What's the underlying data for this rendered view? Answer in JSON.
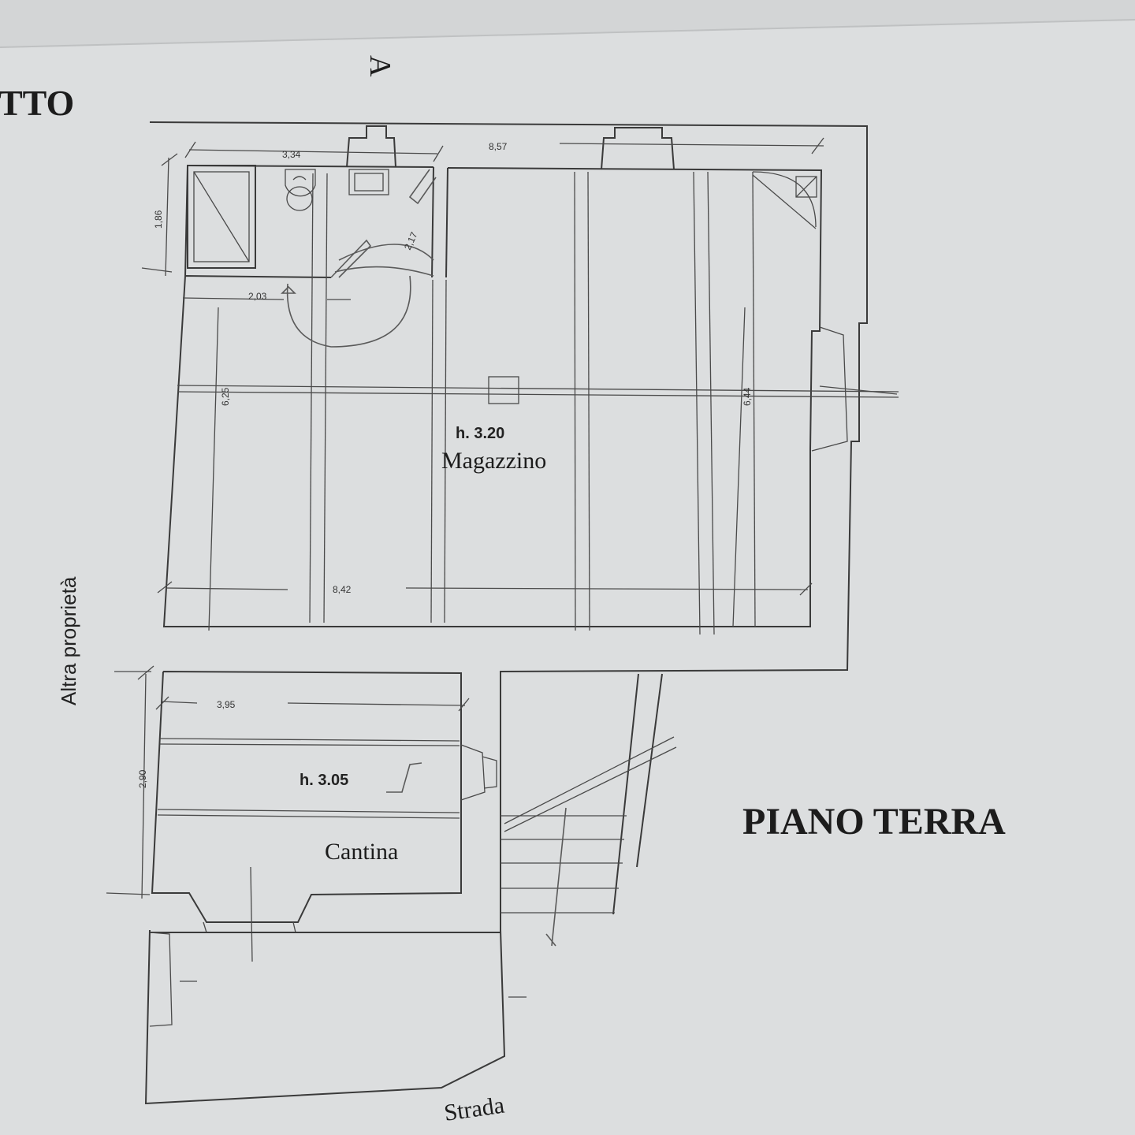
{
  "title": "PIANO TERRA",
  "title_fragment": "TTO",
  "section_marker": "A",
  "rooms": {
    "warehouse": {
      "height": "h. 3.20",
      "name": "Magazzino"
    },
    "cellar": {
      "height": "h. 3.05",
      "name": "Cantina"
    }
  },
  "labels": {
    "neighbor": "Altra proprietà",
    "street": "Strada"
  },
  "dimensions": {
    "top_left_width": "3,34",
    "top_total_width": "8,57",
    "bath_height": "1,86",
    "door_diag": "2,17",
    "corridor_width": "2,03",
    "left_height": "6,25",
    "right_height": "6,44",
    "bottom_width": "8,42",
    "cellar_width": "3,95",
    "cellar_height": "2,90"
  }
}
